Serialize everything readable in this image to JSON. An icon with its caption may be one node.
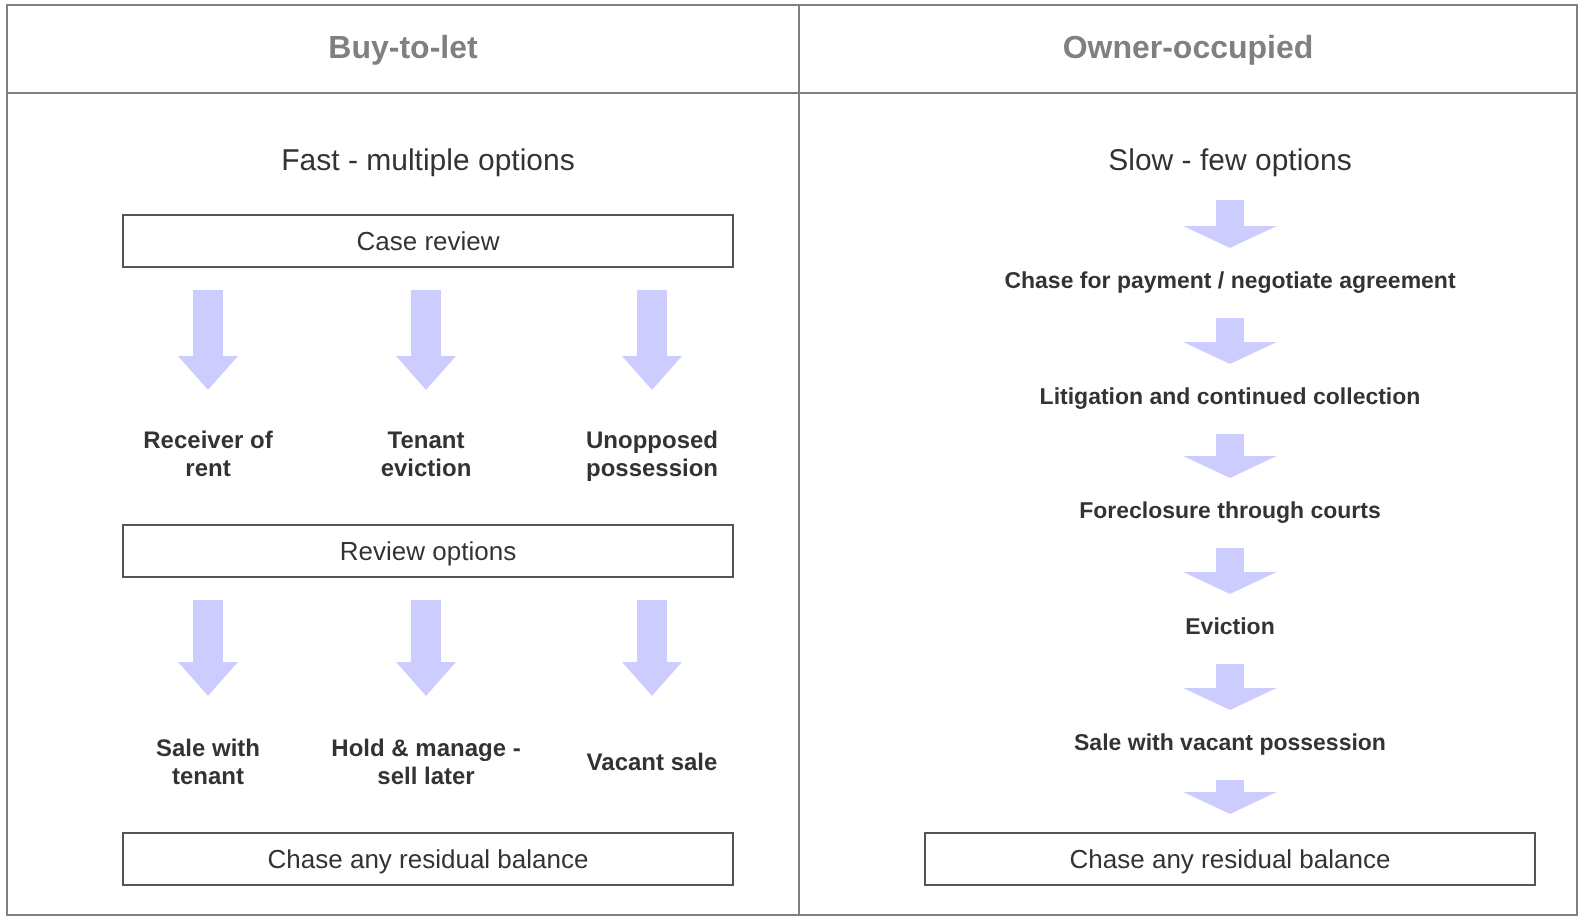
{
  "diagram": {
    "nodes": [
      {
        "text": [
          "Buy-to-let"
        ]
      },
      {
        "text": [
          "Fast - multiple options"
        ],
        "in": 0
      },
      {
        "text": [
          "Case review"
        ],
        "in": 0
      },
      {
        "text": [
          "Receiver of rent"
        ],
        "in": 0
      },
      {
        "text": [
          "Tenant eviction"
        ],
        "in": 0
      },
      {
        "text": [
          "Unopposed possession"
        ],
        "in": 0
      },
      {
        "text": [
          "Review options"
        ],
        "in": 0
      },
      {
        "text": [
          "Sale with tenant"
        ],
        "in": 0
      },
      {
        "text": [
          "Hold & manage - sell later"
        ],
        "in": 0
      },
      {
        "text": [
          "Vacant sale"
        ],
        "in": 0
      },
      {
        "text": [
          "Chase any residual balance"
        ],
        "in": 0
      },
      {
        "text": [
          "Owner-occupied"
        ]
      },
      {
        "text": [
          "Slow - few options"
        ],
        "in": 11
      },
      {
        "text": [
          "Chase for payment / negotiate agreement"
        ],
        "in": 11
      },
      {
        "text": [
          "Litigation and continued collection"
        ],
        "in": 11
      },
      {
        "text": [
          "Foreclosure through courts"
        ],
        "in": 11
      },
      {
        "text": [
          "Eviction"
        ],
        "in": 11
      },
      {
        "text": [
          "Sale with vacant possession"
        ],
        "in": 11
      },
      {
        "text": [
          "Chase any residual balance"
        ],
        "in": 11
      }
    ],
    "edges": [
      {
        "from": 2,
        "to": 3,
        "arrow": "to"
      },
      {
        "from": 2,
        "to": 4,
        "arrow": "to"
      },
      {
        "from": 2,
        "to": 5,
        "arrow": "to"
      },
      {
        "from": 6,
        "to": 7,
        "arrow": "to"
      },
      {
        "from": 6,
        "to": 8,
        "arrow": "to"
      },
      {
        "from": 6,
        "to": 9,
        "arrow": "to"
      },
      {
        "from": 12,
        "to": 13,
        "arrow": "to"
      },
      {
        "from": 13,
        "to": 14,
        "arrow": "to"
      },
      {
        "from": 14,
        "to": 15,
        "arrow": "to"
      },
      {
        "from": 15,
        "to": 16,
        "arrow": "to"
      },
      {
        "from": 16,
        "to": 17,
        "arrow": "to"
      },
      {
        "from": 17,
        "to": 18,
        "arrow": "to"
      }
    ]
  }
}
